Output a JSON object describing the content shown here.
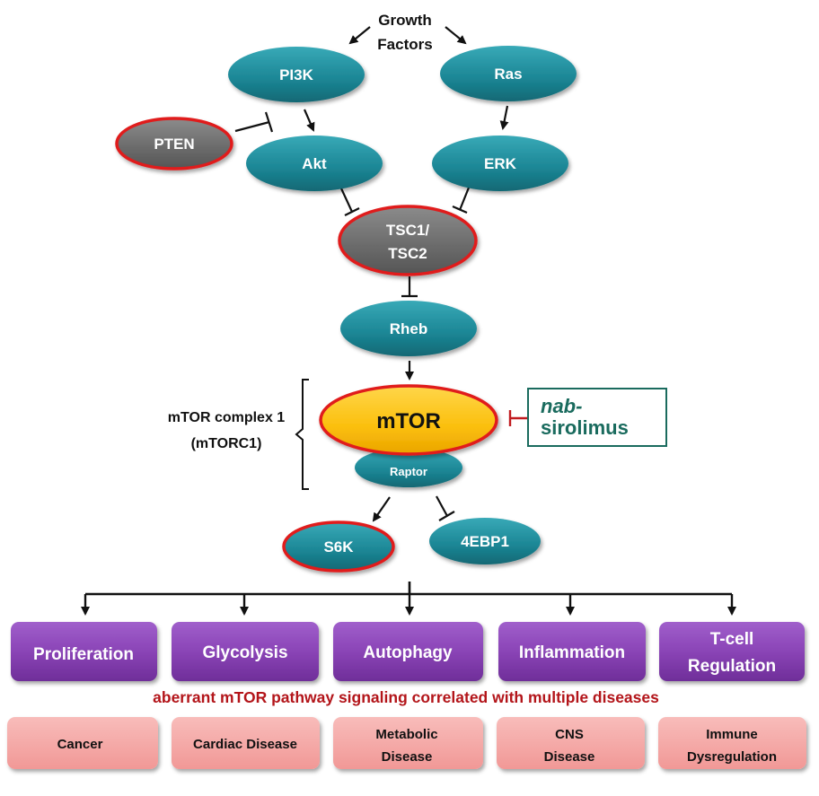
{
  "growth_factors": [
    "Growth",
    "Factors"
  ],
  "nodes": {
    "pi3k": "PI3K",
    "ras": "Ras",
    "pten": "PTEN",
    "akt": "Akt",
    "erk": "ERK",
    "tsc": [
      "TSC1/",
      "TSC2"
    ],
    "rheb": "Rheb",
    "mtor": "mTOR",
    "raptor": "Raptor",
    "s6k": "S6K",
    "ebp1": "4EBP1"
  },
  "complex_label": [
    "mTOR complex 1",
    "(mTORC1)"
  ],
  "drug": {
    "prefix": "nab-",
    "name": "sirolimus"
  },
  "processes": [
    [
      "Proliferation"
    ],
    [
      "Glycolysis"
    ],
    [
      "Autophagy"
    ],
    [
      "Inflammation"
    ],
    [
      "T-cell",
      "Regulation"
    ]
  ],
  "caption": "aberrant mTOR pathway signaling correlated with multiple diseases",
  "diseases": [
    [
      "Cancer"
    ],
    [
      "Cardiac Disease"
    ],
    [
      "Metabolic",
      "Disease"
    ],
    [
      "CNS",
      "Disease"
    ],
    [
      "Immune",
      "Dysregulation"
    ]
  ],
  "colors": {
    "teal": "#1f8a98",
    "grey": "#6f6f6f",
    "highlight_ring": "#e01b1b",
    "mtor_fill": "#fbbf0d",
    "purple": "#8a44b6",
    "pink": "#f4a2a0",
    "caption_red": "#b3151a",
    "drug_green": "#1a6b5e"
  }
}
